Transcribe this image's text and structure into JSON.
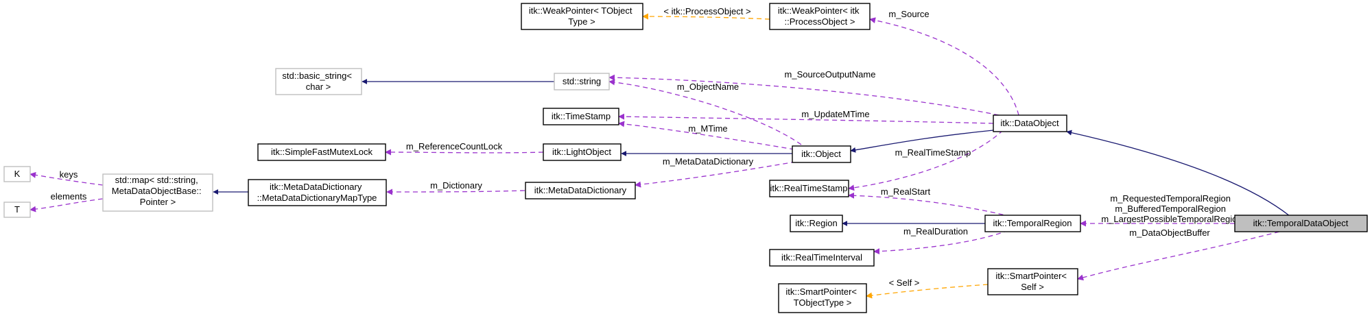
{
  "diagram": {
    "nodes": {
      "k": "K",
      "t": "T",
      "std_map": [
        "std::map< std::string,",
        "MetaDataObjectBase::",
        "Pointer >"
      ],
      "metadict_maptype": [
        "itk::MetaDataDictionary",
        "::MetaDataDictionaryMapType"
      ],
      "metadict": "itk::MetaDataDictionary",
      "simple_mutex": "itk::SimpleFastMutexLock",
      "light_object": "itk::LightObject",
      "timestamp": "itk::TimeStamp",
      "basic_string": [
        "std::basic_string<",
        "char >"
      ],
      "std_string": "std::string",
      "weakptr_template": [
        "itk::WeakPointer< TObject",
        "Type >"
      ],
      "weakptr_process": [
        "itk::WeakPointer< itk",
        "::ProcessObject >"
      ],
      "object": "itk::Object",
      "data_object": "itk::DataObject",
      "realtimestamp": "itk::RealTimeStamp",
      "region": "itk::Region",
      "realtimeinterval": "itk::RealTimeInterval",
      "temporal_region": "itk::TemporalRegion",
      "smartptr_template": [
        "itk::SmartPointer<",
        "TObjectType >"
      ],
      "smartptr_self": [
        "itk::SmartPointer<",
        "Self >"
      ],
      "temporal_data_object": "itk::TemporalDataObject"
    },
    "edge_labels": {
      "keys": "keys",
      "elements": "elements",
      "dictionary": "m_Dictionary",
      "metadatadictionary": "m_MetaDataDictionary",
      "referencecountlock": "m_ReferenceCountLock",
      "mtime": "m_MTime",
      "objectname": "m_ObjectName",
      "process_object": "< itk::ProcessObject >",
      "source": "m_Source",
      "sourceoutputname": "m_SourceOutputName",
      "updatemtime": "m_UpdateMTime",
      "realtimestamp": "m_RealTimeStamp",
      "realstart": "m_RealStart",
      "realduration": "m_RealDuration",
      "self": "< Self >",
      "temporal_regions": [
        "m_RequestedTemporalRegion",
        "m_BufferedTemporalRegion",
        "m_LargestPossibleTemporalRegion"
      ],
      "dataobjectbuffer": "m_DataObjectBuffer"
    }
  }
}
